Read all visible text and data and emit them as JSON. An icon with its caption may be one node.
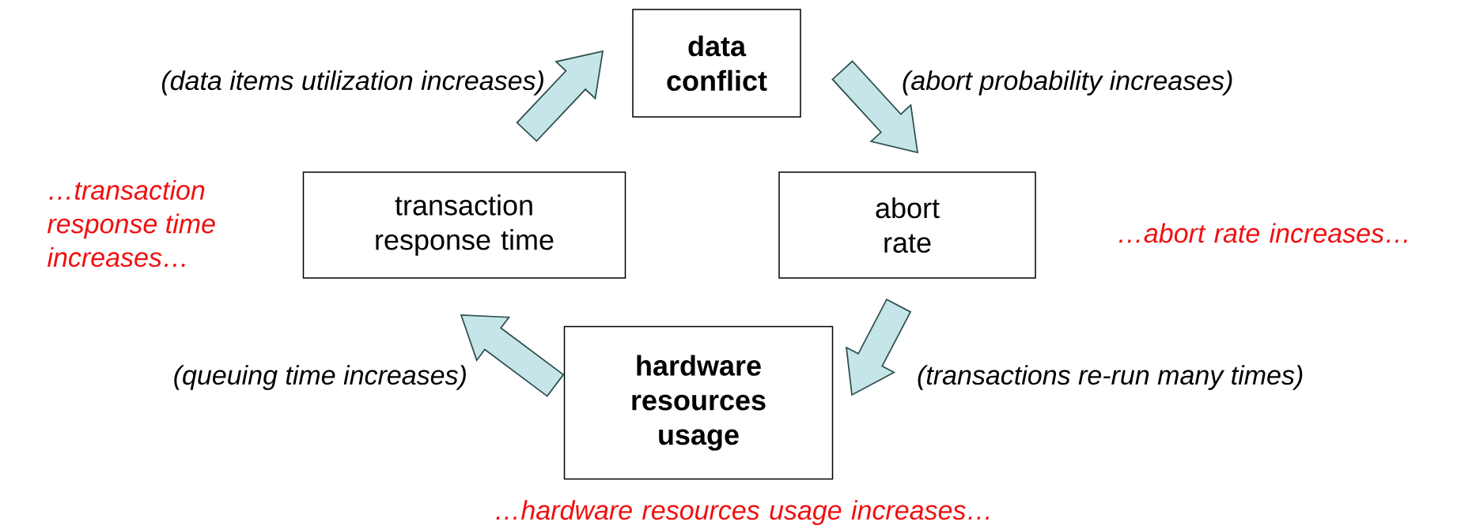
{
  "diagram": {
    "nodes": [
      {
        "text": [
          "data conflict"
        ]
      },
      {
        "text": [
          "abort rate"
        ],
        "beside": [
          "…abort rate increases…"
        ]
      },
      {
        "text": [
          "hardware resources usage"
        ],
        "beside": [
          "…hardware resources usage increases…"
        ]
      },
      {
        "text": [
          "transaction response time"
        ],
        "beside": [
          "…transaction response time increases…"
        ]
      }
    ],
    "edges": [
      {
        "from": 3,
        "to": 0,
        "arrow": "to",
        "label": "(data items utilization increases)"
      },
      {
        "from": 0,
        "to": 1,
        "arrow": "to",
        "label": "(abort probability increases)"
      },
      {
        "from": 1,
        "to": 2,
        "arrow": "to",
        "label": "(transactions re-run many times)"
      },
      {
        "from": 2,
        "to": 3,
        "arrow": "to",
        "label": "(queuing time increases)"
      }
    ]
  }
}
